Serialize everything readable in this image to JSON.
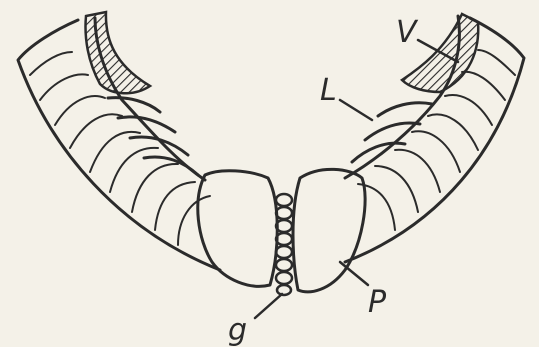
{
  "labels": {
    "v": "V",
    "l": "L",
    "p": "P",
    "g": "g"
  },
  "colors": {
    "paper": "#f4f1e8",
    "ink": "#2b2b2b"
  }
}
